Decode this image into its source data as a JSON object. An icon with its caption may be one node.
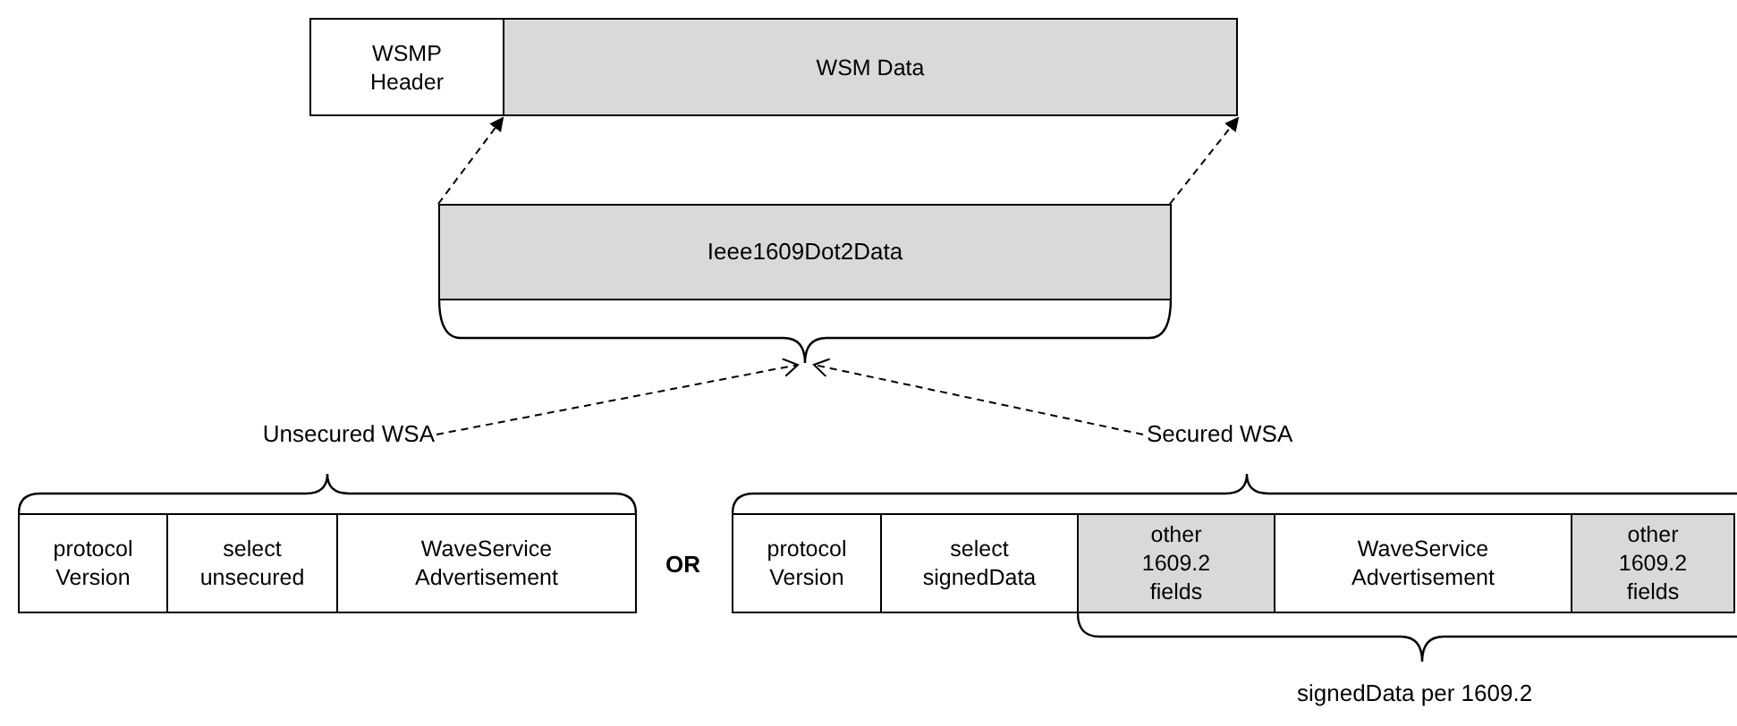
{
  "diagram": {
    "nodes": [
      {
        "text": [
          "WSMP Header"
        ]
      },
      {
        "text": [
          "WSM Data"
        ]
      },
      {
        "text": [
          "Ieee1609Dot2Data"
        ]
      },
      {
        "text": [
          "Unsecured WSA"
        ]
      },
      {
        "text": [
          "Secured WSA"
        ]
      },
      {
        "text": [
          "protocol Version"
        ]
      },
      {
        "text": [
          "select unsecured"
        ]
      },
      {
        "text": [
          "WaveService Advertisement"
        ]
      },
      {
        "text": [
          "protocol Version"
        ]
      },
      {
        "text": [
          "select signedData"
        ]
      },
      {
        "text": [
          "other 1609.2 fields"
        ]
      },
      {
        "text": [
          "WaveService Advertisement"
        ]
      },
      {
        "text": [
          "other 1609.2 fields"
        ]
      }
    ],
    "edges": [
      {
        "from": 2,
        "to": 1,
        "arrow": "to",
        "style": "dashed"
      },
      {
        "from": 2,
        "to": 1,
        "arrow": "to",
        "style": "dashed"
      },
      {
        "from": 3,
        "to": 2,
        "arrow": "to",
        "style": "dashed"
      },
      {
        "from": 4,
        "to": 2,
        "arrow": "to",
        "style": "dashed"
      }
    ],
    "labels": [
      "OR",
      "signedData per 1609.2"
    ]
  }
}
